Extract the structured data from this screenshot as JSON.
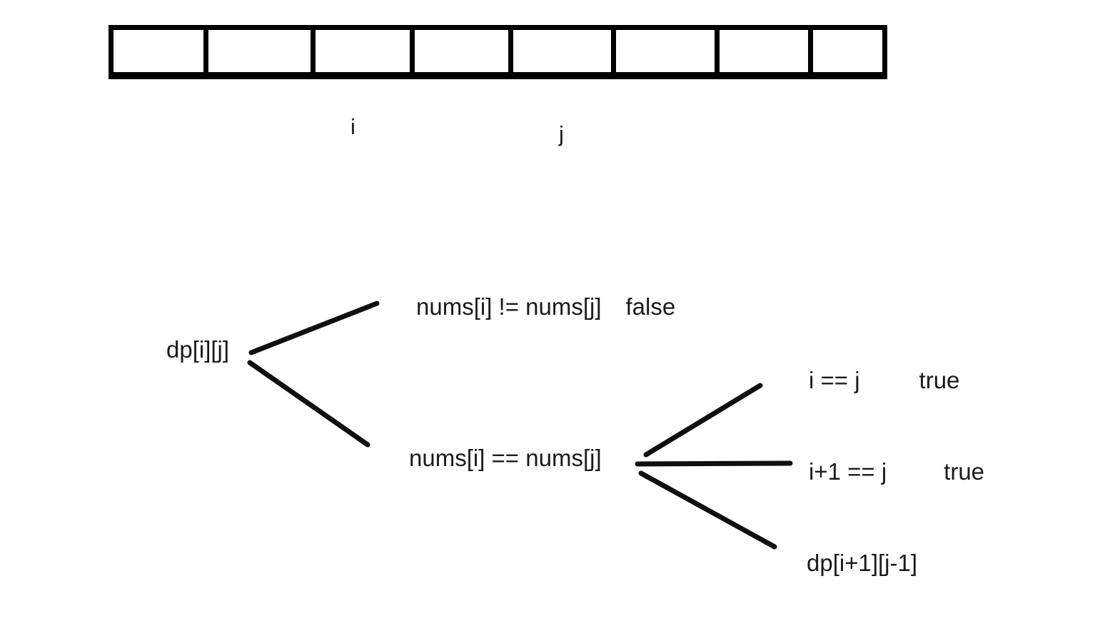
{
  "colors": {
    "ink": "#1a1a1a",
    "line": "#101010",
    "background": "#ffffff"
  },
  "array": {
    "cells": [
      "",
      "",
      "",
      "",
      "",
      "",
      "",
      ""
    ],
    "index_labels": [
      {
        "text": "i",
        "points_to_cell": 2
      },
      {
        "text": "j",
        "points_to_cell": 4
      }
    ]
  },
  "tree": {
    "root": "dp[i][j]",
    "branch_neq": {
      "condition": "nums[i] != nums[j]",
      "result": "false"
    },
    "branch_eq": {
      "condition": "nums[i] == nums[j]",
      "cases": [
        {
          "condition": "i == j",
          "result": "true"
        },
        {
          "condition": "i+1 == j",
          "result": "true"
        },
        {
          "condition": "dp[i+1][j-1]",
          "result": ""
        }
      ]
    }
  }
}
